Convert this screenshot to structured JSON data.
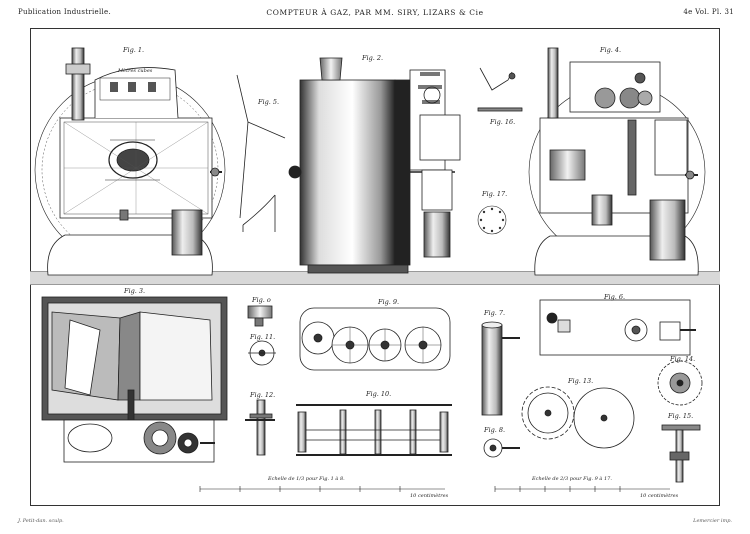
{
  "header": {
    "publication": "Publication Industrielle.",
    "title": "COMPTEUR À GAZ, PAR MM. SIRY, LIZARS & Cie",
    "volume": "4e Vol.  Pl. 31"
  },
  "figures": {
    "fig1": "Fig. 1.",
    "fig2": "Fig. 2.",
    "fig3": "Fig. 3.",
    "fig4": "Fig. 4.",
    "fig5": "Fig. 5.",
    "fig6": "Fig. 6.",
    "fig7": "Fig. 7.",
    "fig8": "Fig. 8.",
    "fig9": "Fig. 9.",
    "fig10": "Fig. 10.",
    "fig11": "Fig. 11.",
    "fig12": "Fig. 12.",
    "fig13": "Fig. 13.",
    "fig14": "Fig. 14.",
    "fig15": "Fig. 15.",
    "fig16": "Fig. 16.",
    "fig17": "Fig. 17.",
    "fig_o": "Fig. o"
  },
  "dial_label": "Mètres cubes",
  "scales": {
    "left": "Echelle de 1/3 pour Fig. 1 à 8.",
    "right": "Echelle de 2/3 pour Fig. 9 à 17.",
    "unit": "10 centimètres"
  },
  "footer": {
    "engraver_left": "J. Petit-dan. sculp.",
    "engraver_right": "Lemercier imp."
  }
}
